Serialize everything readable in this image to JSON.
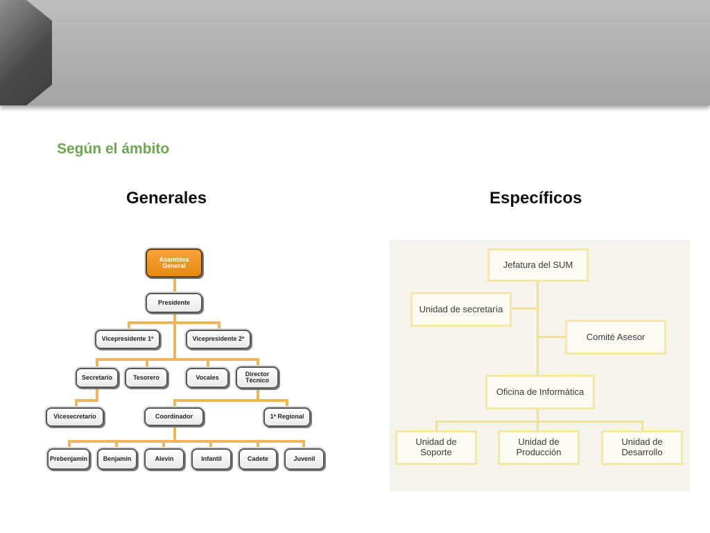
{
  "section_title": "Según el ámbito",
  "columns": {
    "left": "Generales",
    "right": "Específicos"
  },
  "left_chart": {
    "nodes": {
      "asamblea_l1": "Asamblea",
      "asamblea_l2": "General",
      "presidente": "Presidente",
      "vice1": "Vicepresidente 1º",
      "vice2": "Vicepresidente 2º",
      "secretario": "Secretario",
      "tesorero": "Tesorero",
      "vocales": "Vocales",
      "director_l1": "Director",
      "director_l2": "Técnico",
      "vicesecretario": "Vicesecretario",
      "coordinador": "Coordinador",
      "regional": "1ª Regional",
      "prebenjamin": "Prebenjamin",
      "benjamin": "Benjamin",
      "alevin": "Alevin",
      "infantil": "Infantil",
      "cadete": "Cadete",
      "juvenil": "Juvenil"
    },
    "connector_color": "#f2b45a",
    "highlight_color": "#f29a2e"
  },
  "right_chart": {
    "nodes": {
      "jefatura": "Jefatura del SUM",
      "secretaria": "Unidad de secretaría",
      "comite": "Comité Asesor",
      "informatica": "Oficina de Informática",
      "soporte_l1": "Unidad de",
      "soporte_l2": "Soporte",
      "produccion_l1": "Unidad de",
      "produccion_l2": "Producción",
      "desarrollo_l1": "Unidad de",
      "desarrollo_l2": "Desarrollo"
    },
    "box_border_color": "#f4e7a6",
    "background_color": "#f4f4ec"
  }
}
